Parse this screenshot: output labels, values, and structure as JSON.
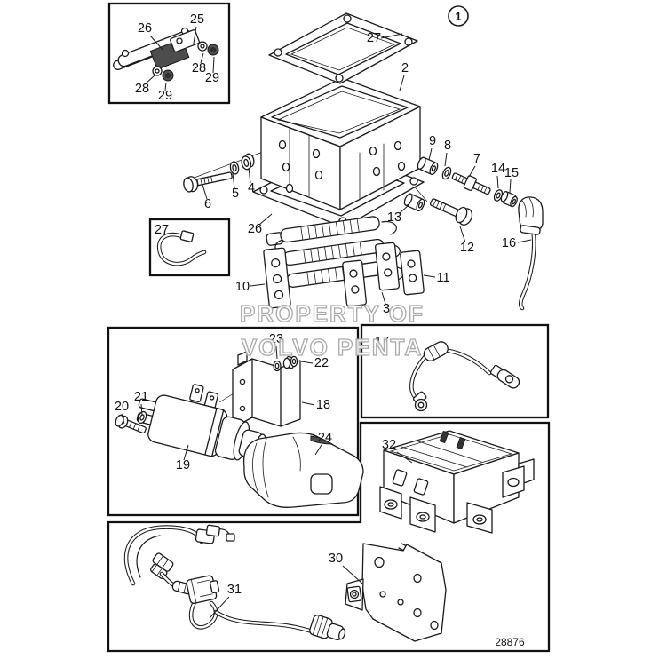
{
  "colors": {
    "ink": "#1a1a1a",
    "paper": "#ffffff",
    "watermark_stroke": "#a9a9a9",
    "rubber_block": "#4d4d4d"
  },
  "watermark": {
    "line1": "PROPERTY OF",
    "line2": "VOLVO PENTA"
  },
  "figure": {
    "badge": "1",
    "drawing_number": "28876"
  },
  "callouts": {
    "c2": "2",
    "c3": "3",
    "c4": "4",
    "c5": "5",
    "c6": "6",
    "c7": "7",
    "c8": "8",
    "c9": "9",
    "c10": "10",
    "c11": "11",
    "c12": "12",
    "c13": "13",
    "c14": "14",
    "c15": "15",
    "c16": "16",
    "c17": "17",
    "c18": "18",
    "c19": "19",
    "c20": "20",
    "c21": "21",
    "c22": "22",
    "c23": "23",
    "c24": "24",
    "c25": "25",
    "c26_bracket": "26",
    "c26_gasket": "26",
    "c27_gasket": "27",
    "c27_cable_tie": "27",
    "c28_right": "28",
    "c28_left": "28",
    "c29_right": "29",
    "c29_left": "29",
    "c30": "30",
    "c31": "31",
    "c32": "32"
  }
}
